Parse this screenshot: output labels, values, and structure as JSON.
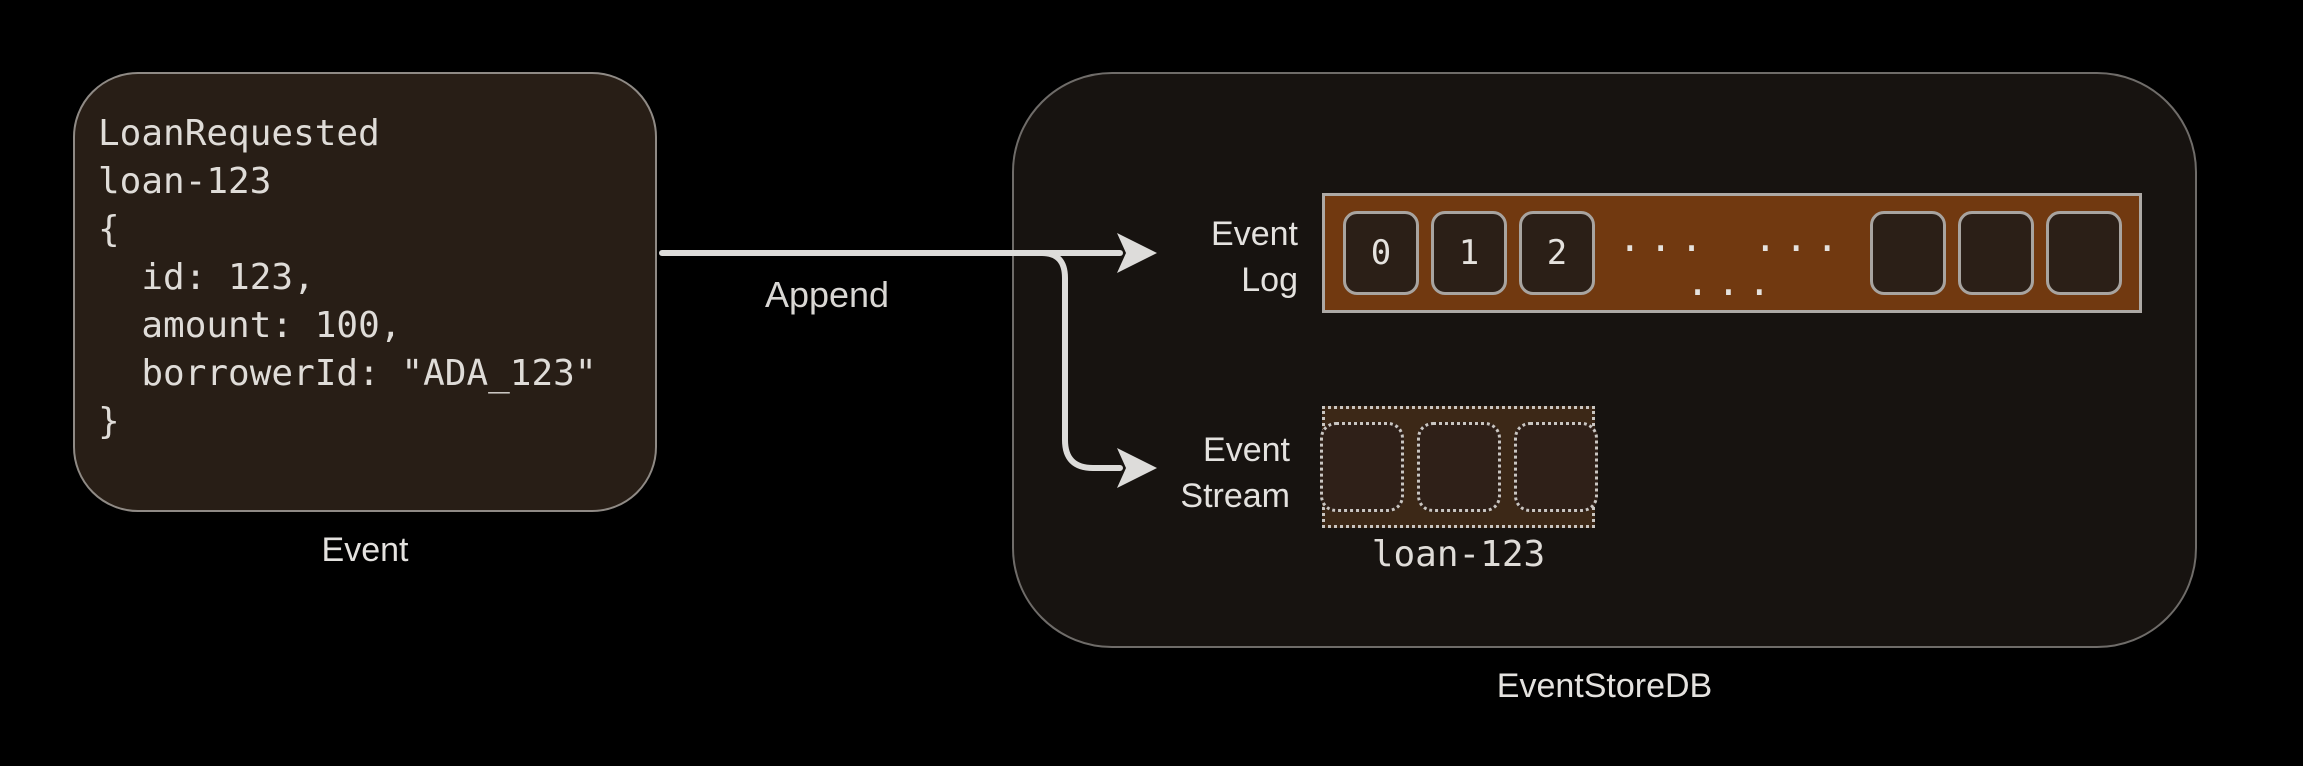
{
  "colors": {
    "background": "#000000",
    "card_fill": "#281e16",
    "container_fill": "#171310",
    "log_bar_fill": "#713910",
    "cell_fill": "#2b1f17",
    "stream_fill": "#3c2817",
    "border_gray": "#8f8a85",
    "arrow": "#dddcda",
    "text": "#e4e2df"
  },
  "event_card": {
    "code_lines": [
      "LoanRequested",
      "loan-123",
      "{",
      "  id: 123,",
      "  amount: 100,",
      "  borrowerId: \"ADA_123\"",
      "}"
    ],
    "label": "Event"
  },
  "append_arrow": {
    "label": "Append"
  },
  "eventstoredb": {
    "label": "EventStoreDB",
    "event_log": {
      "label_line1": "Event",
      "label_line2": "Log",
      "cells": [
        "0",
        "1",
        "2"
      ],
      "ellipsis": "... ... ...",
      "empty_cell_count": 3
    },
    "event_stream": {
      "label_line1": "Event",
      "label_line2": "Stream",
      "cell_count": 3,
      "stream_name": "loan-123"
    }
  }
}
